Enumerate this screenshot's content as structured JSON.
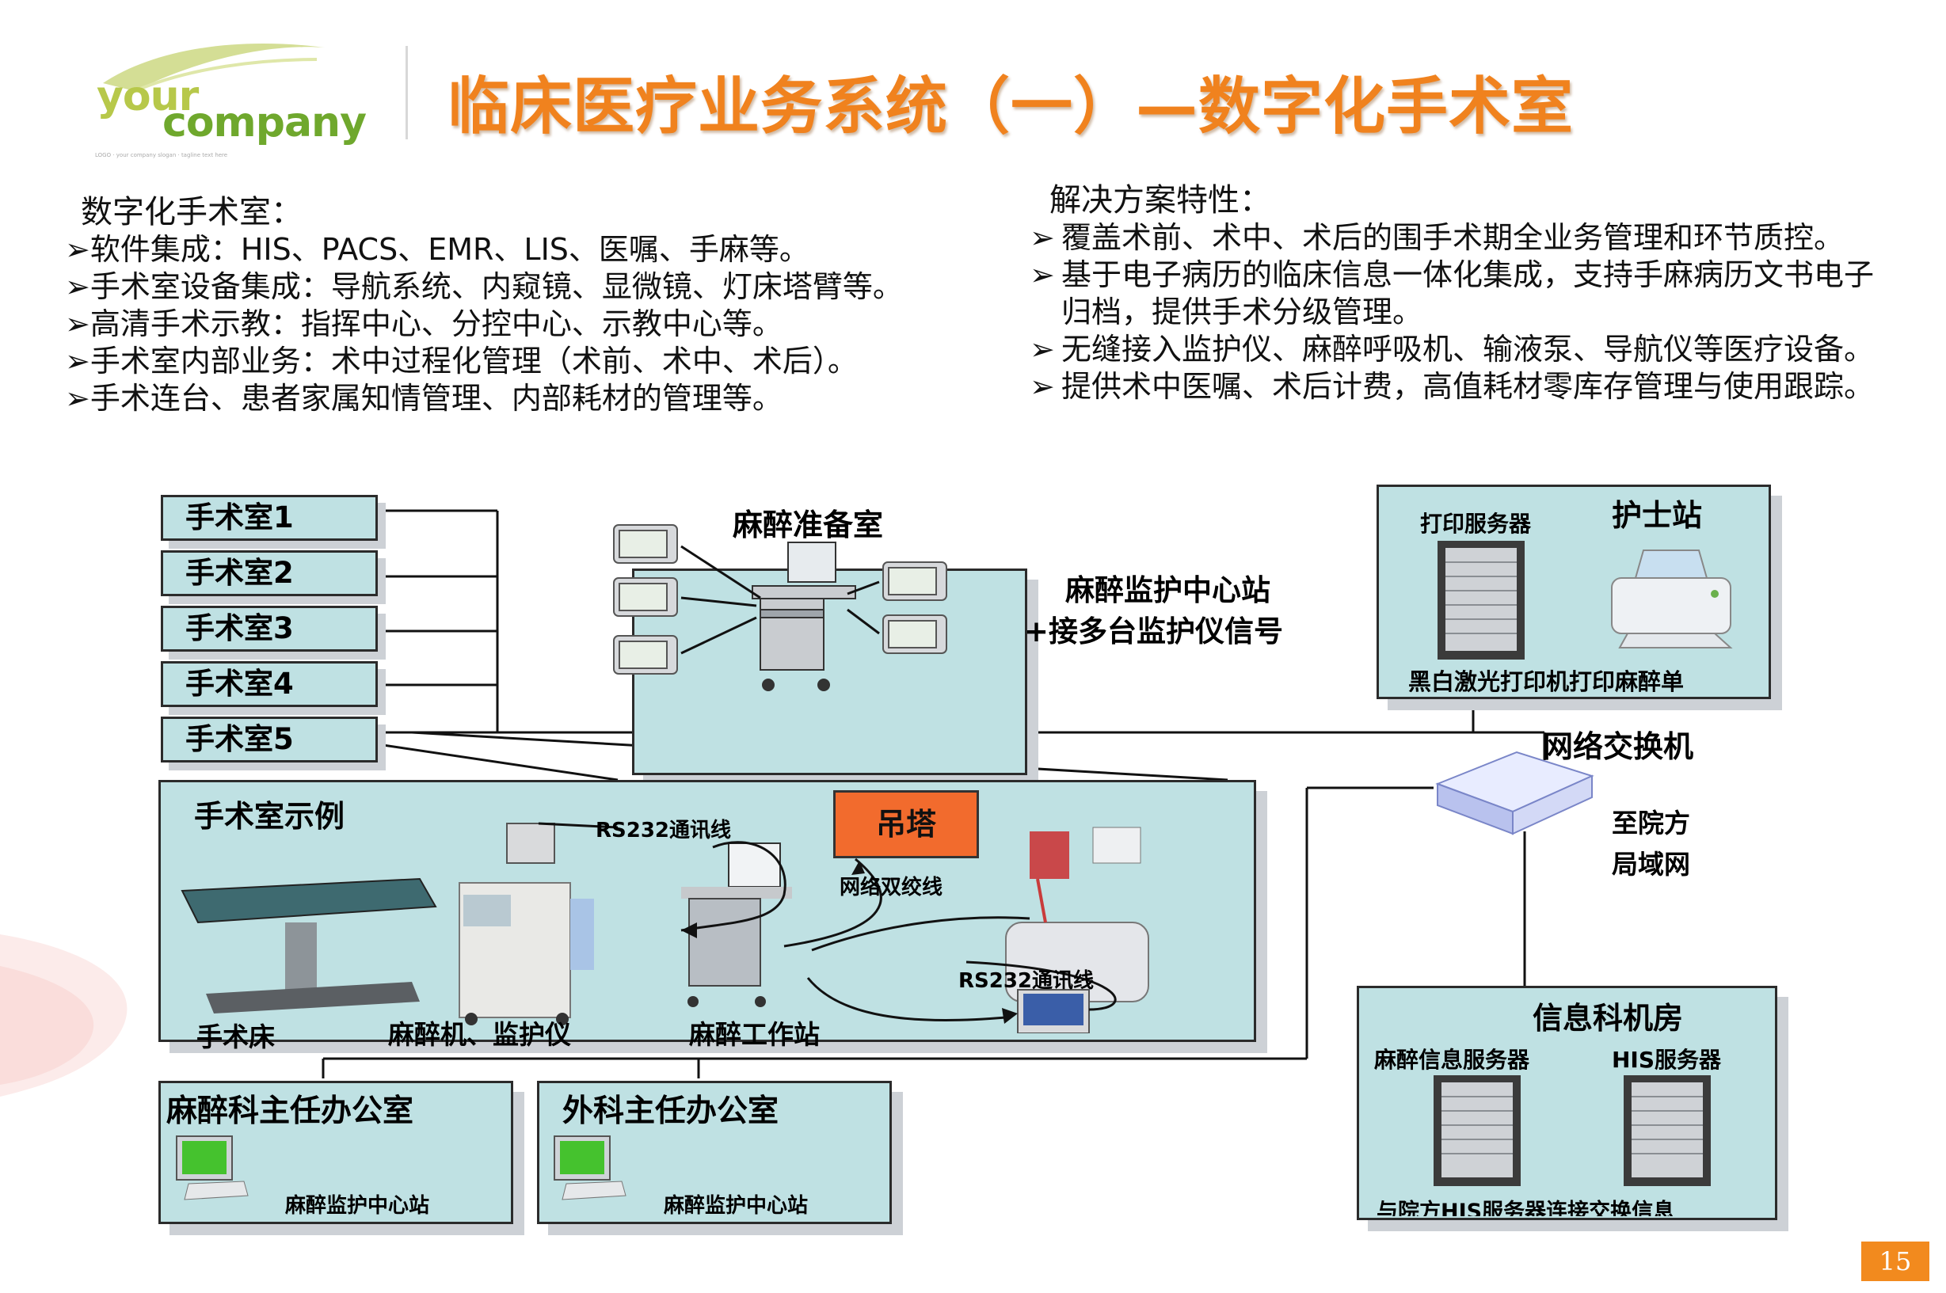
{
  "header": {
    "logo_line1": "your",
    "logo_line2": "company",
    "logo_tagline": "LOGO · your company slogan · tagline text here",
    "title": "临床医疗业务系统（一）—数字化手术室"
  },
  "left_panel": {
    "heading": "数字化手术室：",
    "items": [
      "软件集成：HIS、PACS、EMR、LIS、医嘱、手麻等。",
      "手术室设备集成：导航系统、内窥镜、显微镜、灯床塔臂等。",
      "高清手术示教：指挥中心、分控中心、示教中心等。",
      "手术室内部业务：术中过程化管理（术前、术中、术后）。",
      "手术连台、患者家属知情管理、内部耗材的管理等。"
    ]
  },
  "right_panel": {
    "heading": "解决方案特性：",
    "items": [
      "覆盖术前、术中、术后的围手术期全业务管理和环节质控。",
      "基于电子病历的临床信息一体化集成，支持手麻病历文书电子",
      "归档，提供手术分级管理。",
      "无缝接入监护仪、麻醉呼吸机、输液泵、导航仪等医疗设备。",
      "提供术中医嘱、术后计费，高值耗材零库存管理与使用跟踪。"
    ]
  },
  "diagram": {
    "rooms": [
      "手术室1",
      "手术室2",
      "手术室3",
      "手术室4",
      "手术室5"
    ],
    "prep_room": "麻醉准备室",
    "monitor_center": [
      "麻醉监护中心站",
      "+接多台监护仪信号"
    ],
    "nurse_station": {
      "title": "护士站",
      "print_server": "打印服务器",
      "caption": "黑白激光打印机打印麻醉单"
    },
    "switch": {
      "title": "网络交换机",
      "to_lan": [
        "至院方",
        "局域网"
      ]
    },
    "or_example": {
      "title": "手术室示例",
      "tower": "吊塔",
      "rs232_top": "RS232通讯线",
      "rs232_bottom": "RS232通讯线",
      "twisted_pair": "网络双绞线",
      "bed": "手术床",
      "anes_machine": "麻醉机、监护仪",
      "workstation": "麻醉工作站"
    },
    "office1": {
      "title": "麻醉科主任办公室",
      "caption": "麻醉监护中心站"
    },
    "office2": {
      "title": "外科主任办公室",
      "caption": "麻醉监护中心站"
    },
    "it_room": {
      "title": "信息科机房",
      "server1": "麻醉信息服务器",
      "server2": "HIS服务器",
      "caption": "与院方HIS服务器连接交换信息"
    }
  },
  "page_number": "15",
  "colors": {
    "title": "#f0821e",
    "box_fill": "#bfe1e3",
    "tower": "#f26b2d",
    "page_number_bg": "#f28a1e"
  }
}
